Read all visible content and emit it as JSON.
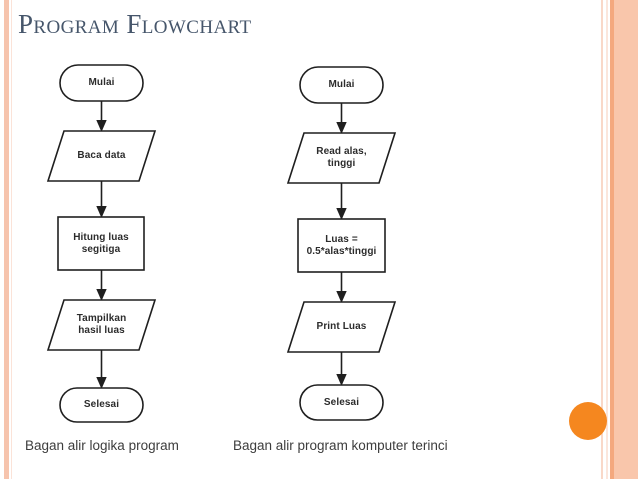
{
  "slide": {
    "title": "Program Flowchart",
    "background_color": "#ffffff",
    "title_color": "#46566b"
  },
  "decor": {
    "left_band_color": "#f6c4ad",
    "right_band_color": "#f9c6ab",
    "right_accent_color": "#f4a87e",
    "circle_color": "#f5871f",
    "circle_name": "orange-circle-accent"
  },
  "diagram": {
    "stroke_color": "#1f1f1f",
    "label_color": "#2c2c2c",
    "flowcharts": [
      {
        "id": "logic-flowchart",
        "caption": "Bagan alir logika program",
        "nodes": [
          {
            "id": "l-start",
            "shape": "terminator",
            "label": "Mulai"
          },
          {
            "id": "l-input",
            "shape": "parallelogram",
            "label": "Baca data"
          },
          {
            "id": "l-process",
            "shape": "rectangle",
            "label": "Hitung luas\nsegitiga"
          },
          {
            "id": "l-output",
            "shape": "parallelogram",
            "label": "Tampilkan\nhasil luas"
          },
          {
            "id": "l-end",
            "shape": "terminator",
            "label": "Selesai"
          }
        ],
        "connectors": [
          {
            "from": "l-start",
            "to": "l-input"
          },
          {
            "from": "l-input",
            "to": "l-process"
          },
          {
            "from": "l-process",
            "to": "l-output"
          },
          {
            "from": "l-output",
            "to": "l-end"
          }
        ]
      },
      {
        "id": "detailed-flowchart",
        "caption": "Bagan alir program komputer terinci",
        "nodes": [
          {
            "id": "r-start",
            "shape": "terminator",
            "label": "Mulai"
          },
          {
            "id": "r-input",
            "shape": "parallelogram",
            "label": "Read alas,\ntinggi"
          },
          {
            "id": "r-process",
            "shape": "rectangle",
            "label": "Luas =\n0.5*alas*tinggi"
          },
          {
            "id": "r-output",
            "shape": "parallelogram",
            "label": "Print Luas"
          },
          {
            "id": "r-end",
            "shape": "terminator",
            "label": "Selesai"
          }
        ],
        "connectors": [
          {
            "from": "r-start",
            "to": "r-input"
          },
          {
            "from": "r-input",
            "to": "r-process"
          },
          {
            "from": "r-process",
            "to": "r-output"
          },
          {
            "from": "r-output",
            "to": "r-end"
          }
        ]
      }
    ]
  }
}
